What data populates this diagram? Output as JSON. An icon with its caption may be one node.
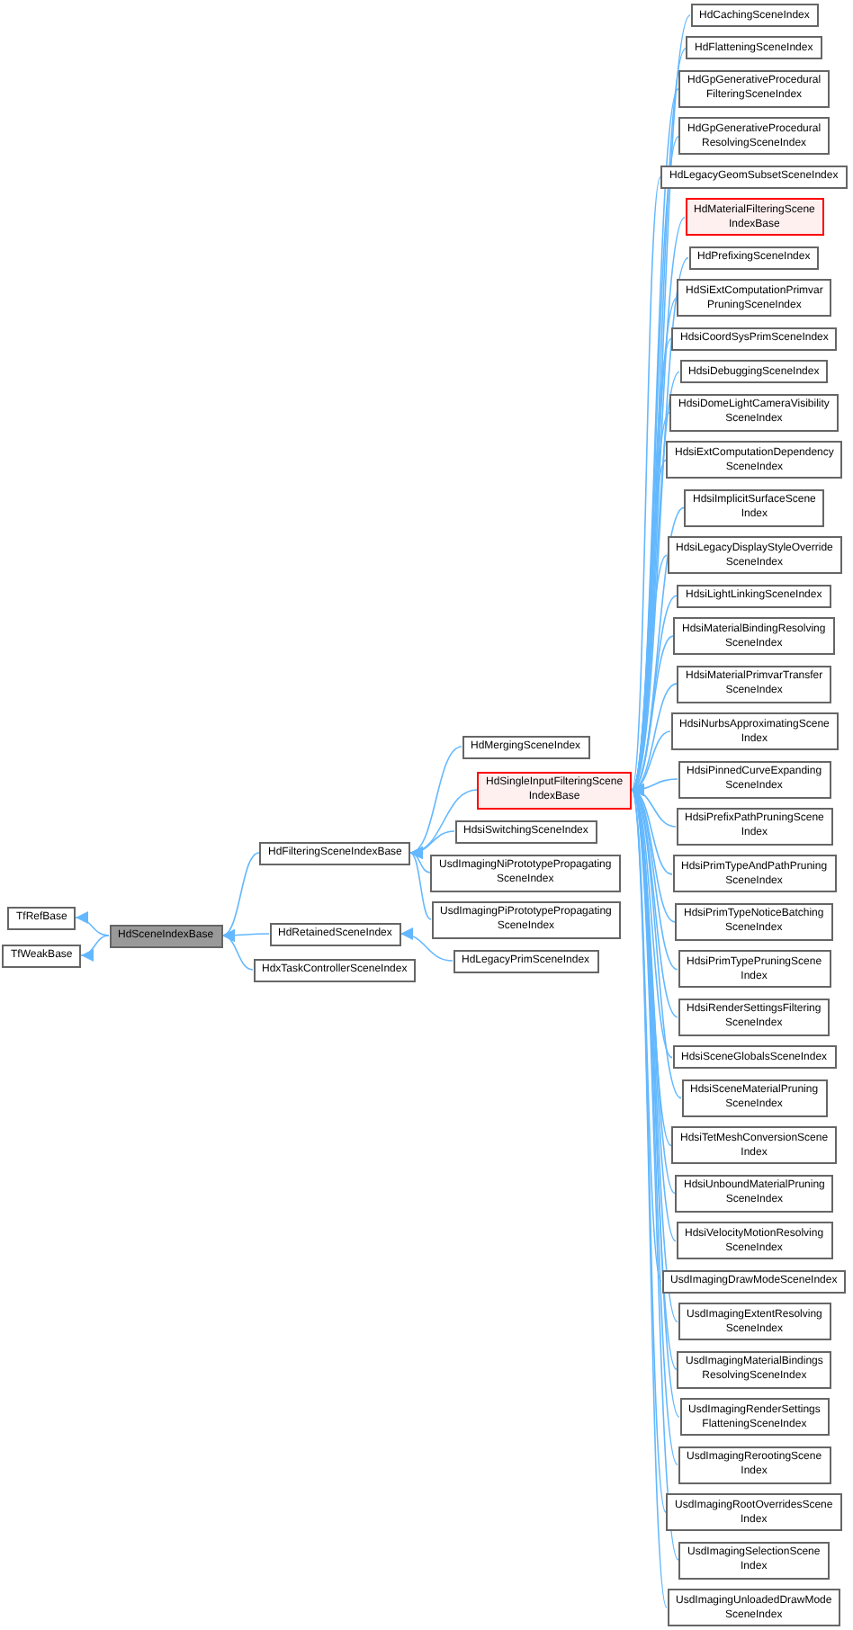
{
  "diagram": {
    "nodes": [
      {
        "text": [
          "TfRefBase"
        ]
      },
      {
        "text": [
          "TfWeakBase"
        ]
      },
      {
        "text": [
          "HdSceneIndexBase"
        ]
      },
      {
        "text": [
          "HdFilteringSceneIndexBase"
        ]
      },
      {
        "text": [
          "HdRetainedSceneIndex"
        ]
      },
      {
        "text": [
          "HdxTaskControllerSceneIndex"
        ]
      },
      {
        "text": [
          "HdMergingSceneIndex"
        ]
      },
      {
        "text": [
          "HdSingleInputFilteringScene IndexBase"
        ]
      },
      {
        "text": [
          "HdsiSwitchingSceneIndex"
        ]
      },
      {
        "text": [
          "UsdImagingNiPrototypePropagating SceneIndex"
        ]
      },
      {
        "text": [
          "UsdImagingPiPrototypePropagating SceneIndex"
        ]
      },
      {
        "text": [
          "HdLegacyPrimSceneIndex"
        ]
      },
      {
        "text": [
          "HdCachingSceneIndex"
        ]
      },
      {
        "text": [
          "HdFlatteningSceneIndex"
        ]
      },
      {
        "text": [
          "HdGpGenerativeProcedural FilteringSceneIndex"
        ]
      },
      {
        "text": [
          "HdGpGenerativeProcedural ResolvingSceneIndex"
        ]
      },
      {
        "text": [
          "HdLegacyGeomSubsetSceneIndex"
        ]
      },
      {
        "text": [
          "HdMaterialFilteringScene IndexBase"
        ]
      },
      {
        "text": [
          "HdPrefixingSceneIndex"
        ]
      },
      {
        "text": [
          "HdSiExtComputationPrimvar PruningSceneIndex"
        ]
      },
      {
        "text": [
          "HdsiCoordSysPrimSceneIndex"
        ]
      },
      {
        "text": [
          "HdsiDebuggingSceneIndex"
        ]
      },
      {
        "text": [
          "HdsiDomeLightCameraVisibility SceneIndex"
        ]
      },
      {
        "text": [
          "HdsiExtComputationDependency SceneIndex"
        ]
      },
      {
        "text": [
          "HdsiImplicitSurfaceScene Index"
        ]
      },
      {
        "text": [
          "HdsiLegacyDisplayStyleOverride SceneIndex"
        ]
      },
      {
        "text": [
          "HdsiLightLinkingSceneIndex"
        ]
      },
      {
        "text": [
          "HdsiMaterialBindingResolving SceneIndex"
        ]
      },
      {
        "text": [
          "HdsiMaterialPrimvarTransfer SceneIndex"
        ]
      },
      {
        "text": [
          "HdsiNurbsApproximatingScene Index"
        ]
      },
      {
        "text": [
          "HdsiPinnedCurveExpanding SceneIndex"
        ]
      },
      {
        "text": [
          "HdsiPrefixPathPruningScene Index"
        ]
      },
      {
        "text": [
          "HdsiPrimTypeAndPathPruning SceneIndex"
        ]
      },
      {
        "text": [
          "HdsiPrimTypeNoticeBatching SceneIndex"
        ]
      },
      {
        "text": [
          "HdsiPrimTypePruningScene Index"
        ]
      },
      {
        "text": [
          "HdsiRenderSettingsFiltering SceneIndex"
        ]
      },
      {
        "text": [
          "HdsiSceneGlobalsSceneIndex"
        ]
      },
      {
        "text": [
          "HdsiSceneMaterialPruning SceneIndex"
        ]
      },
      {
        "text": [
          "HdsiTetMeshConversionScene Index"
        ]
      },
      {
        "text": [
          "HdsiUnboundMaterialPruning SceneIndex"
        ]
      },
      {
        "text": [
          "HdsiVelocityMotionResolving SceneIndex"
        ]
      },
      {
        "text": [
          "UsdImagingDrawModeSceneIndex"
        ]
      },
      {
        "text": [
          "UsdImagingExtentResolving SceneIndex"
        ]
      },
      {
        "text": [
          "UsdImagingMaterialBindings ResolvingSceneIndex"
        ]
      },
      {
        "text": [
          "UsdImagingRenderSettings FlatteningSceneIndex"
        ]
      },
      {
        "text": [
          "UsdImagingRerootingScene Index"
        ]
      },
      {
        "text": [
          "UsdImagingRootOverridesScene Index"
        ]
      },
      {
        "text": [
          "UsdImagingSelectionScene Index"
        ]
      },
      {
        "text": [
          "UsdImagingUnloadedDrawMode SceneIndex"
        ]
      }
    ],
    "edges": [
      {
        "from": 2,
        "to": 0,
        "arrow": "to"
      },
      {
        "from": 2,
        "to": 1,
        "arrow": "to"
      },
      {
        "from": 3,
        "to": 2,
        "arrow": "to"
      },
      {
        "from": 4,
        "to": 2,
        "arrow": "to"
      },
      {
        "from": 5,
        "to": 2,
        "arrow": "to"
      },
      {
        "from": 6,
        "to": 3,
        "arrow": "to"
      },
      {
        "from": 7,
        "to": 3,
        "arrow": "to"
      },
      {
        "from": 8,
        "to": 3,
        "arrow": "to"
      },
      {
        "from": 9,
        "to": 3,
        "arrow": "to"
      },
      {
        "from": 10,
        "to": 3,
        "arrow": "to"
      },
      {
        "from": 11,
        "to": 4,
        "arrow": "to"
      },
      {
        "from": 12,
        "to": 7,
        "arrow": "to"
      },
      {
        "from": 13,
        "to": 7,
        "arrow": "to"
      },
      {
        "from": 14,
        "to": 7,
        "arrow": "to"
      },
      {
        "from": 15,
        "to": 7,
        "arrow": "to"
      },
      {
        "from": 16,
        "to": 7,
        "arrow": "to"
      },
      {
        "from": 17,
        "to": 7,
        "arrow": "to"
      },
      {
        "from": 18,
        "to": 7,
        "arrow": "to"
      },
      {
        "from": 19,
        "to": 7,
        "arrow": "to"
      },
      {
        "from": 20,
        "to": 7,
        "arrow": "to"
      },
      {
        "from": 21,
        "to": 7,
        "arrow": "to"
      },
      {
        "from": 22,
        "to": 7,
        "arrow": "to"
      },
      {
        "from": 23,
        "to": 7,
        "arrow": "to"
      },
      {
        "from": 24,
        "to": 7,
        "arrow": "to"
      },
      {
        "from": 25,
        "to": 7,
        "arrow": "to"
      },
      {
        "from": 26,
        "to": 7,
        "arrow": "to"
      },
      {
        "from": 27,
        "to": 7,
        "arrow": "to"
      },
      {
        "from": 28,
        "to": 7,
        "arrow": "to"
      },
      {
        "from": 29,
        "to": 7,
        "arrow": "to"
      },
      {
        "from": 30,
        "to": 7,
        "arrow": "to"
      },
      {
        "from": 31,
        "to": 7,
        "arrow": "to"
      },
      {
        "from": 32,
        "to": 7,
        "arrow": "to"
      },
      {
        "from": 33,
        "to": 7,
        "arrow": "to"
      },
      {
        "from": 34,
        "to": 7,
        "arrow": "to"
      },
      {
        "from": 35,
        "to": 7,
        "arrow": "to"
      },
      {
        "from": 36,
        "to": 7,
        "arrow": "to"
      },
      {
        "from": 37,
        "to": 7,
        "arrow": "to"
      },
      {
        "from": 38,
        "to": 7,
        "arrow": "to"
      },
      {
        "from": 39,
        "to": 7,
        "arrow": "to"
      },
      {
        "from": 40,
        "to": 7,
        "arrow": "to"
      },
      {
        "from": 41,
        "to": 7,
        "arrow": "to"
      },
      {
        "from": 42,
        "to": 7,
        "arrow": "to"
      },
      {
        "from": 43,
        "to": 7,
        "arrow": "to"
      },
      {
        "from": 44,
        "to": 7,
        "arrow": "to"
      },
      {
        "from": 45,
        "to": 7,
        "arrow": "to"
      },
      {
        "from": 46,
        "to": 7,
        "arrow": "to"
      },
      {
        "from": 47,
        "to": 7,
        "arrow": "to"
      },
      {
        "from": 48,
        "to": 7,
        "arrow": "to"
      }
    ]
  }
}
